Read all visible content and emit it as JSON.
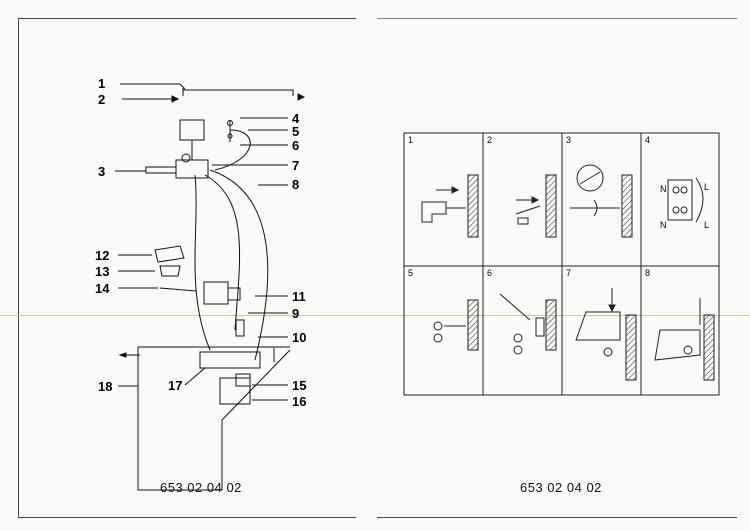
{
  "left_page": {
    "part_labels": [
      "1",
      "2",
      "3",
      "4",
      "5",
      "6",
      "7",
      "8",
      "9",
      "10",
      "11",
      "12",
      "13",
      "14",
      "15",
      "16",
      "17",
      "18"
    ],
    "product_code": "653 02 04 02"
  },
  "right_page": {
    "steps": [
      {
        "number": "1"
      },
      {
        "number": "2"
      },
      {
        "number": "3"
      },
      {
        "number": "4",
        "terminal_labels": [
          "N",
          "L",
          "N",
          "L"
        ]
      },
      {
        "number": "5"
      },
      {
        "number": "6"
      },
      {
        "number": "7"
      },
      {
        "number": "8"
      }
    ],
    "product_code": "653 02 04 02"
  }
}
